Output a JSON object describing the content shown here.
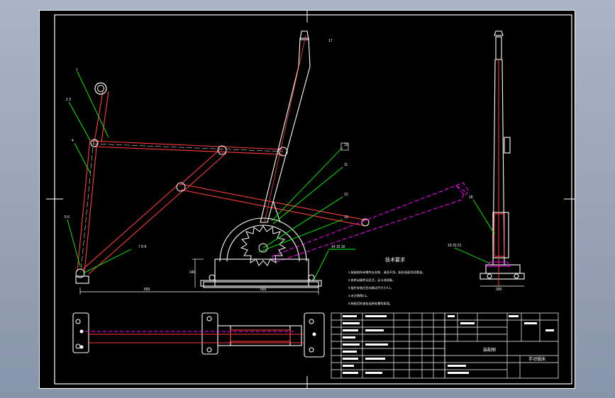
{
  "drawing": {
    "title_label": "技术要求",
    "notes": [
      "1.装配前所有零件去毛刺、清洗干净，配合表面涂润滑油。",
      "2.各转动副转动灵活，无卡滞现象。",
      "3.锯片安装后径向跳动不大于0.1。",
      "4.未注倒角C1。",
      "5.装配后检查各连接处螺栓紧固。"
    ],
    "dimensions": {
      "base_length": "655",
      "left_height": "340",
      "side_width": "300"
    },
    "side_label": "18",
    "title_block": {
      "name_cell": "装配图",
      "drawing_no": "手动锯床"
    }
  },
  "colors": {
    "sheet": "#000000",
    "frame": "#ffffff",
    "part": "#ff3b3b",
    "leader": "#00ff00",
    "phantom": "#ff00ff",
    "label": "#ffff00"
  }
}
